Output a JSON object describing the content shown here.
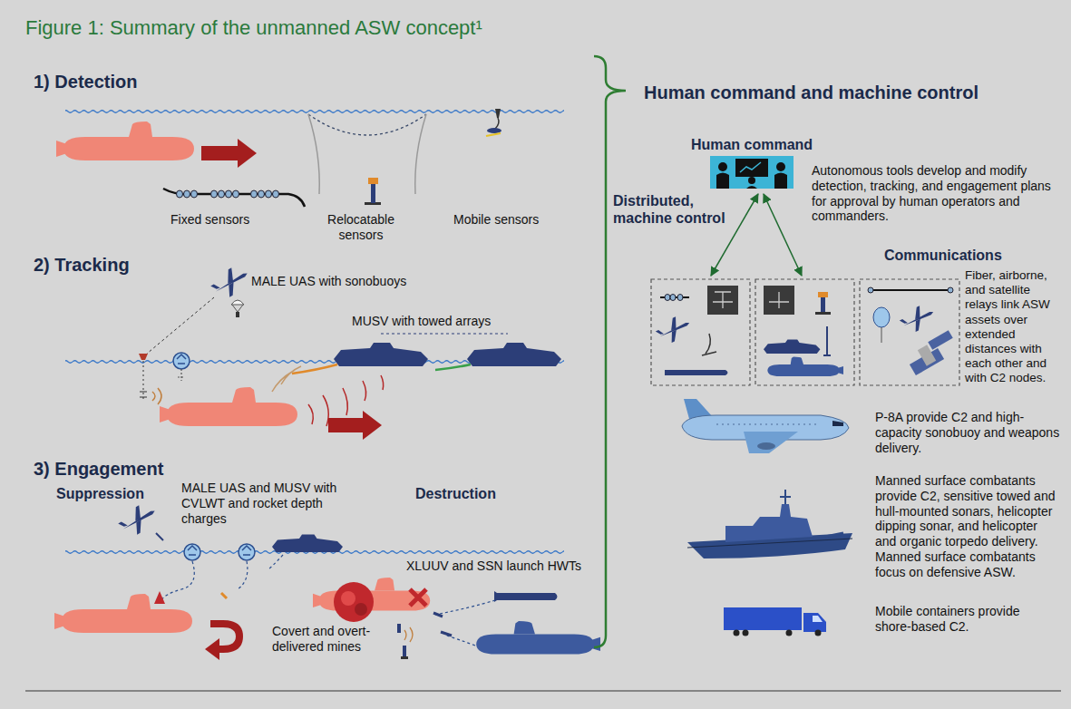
{
  "diagram": {
    "title": "Figure 1: Summary of the unmanned ASW concept¹",
    "nodes": [
      {
        "text": [
          "Human command"
        ]
      }
    ],
    "labels": [
      "1) Detection",
      "Fixed sensors",
      "Relocatable sensors",
      "Mobile sensors",
      "2) Tracking",
      "MALE UAS with sonobuoys",
      "MUSV with towed arrays",
      "3) Engagement",
      "Suppression",
      "MALE UAS and MUSV with CVLWT and rocket depth charges",
      "Destruction",
      "XLUUV and SSN launch HWTs",
      "Covert and overt-delivered mines",
      "Human command and machine control",
      "Distributed, machine control",
      "Autonomous tools develop and modify detection, tracking, and engagement plans for approval by human operators and commanders.",
      "Communications",
      "Fiber, airborne, and satellite relays link ASW assets over extended distances with each other and with C2 nodes.",
      "P-8A provide C2 and high-capacity sonobuoy and weapons delivery.",
      "Manned surface combatants provide C2, sensitive towed and hull-mounted sonars, helicopter dipping sonar, and helicopter and organic torpedo delivery. Manned surface combatants focus on defensive ASW.",
      "Mobile containers provide shore-based C2."
    ]
  }
}
